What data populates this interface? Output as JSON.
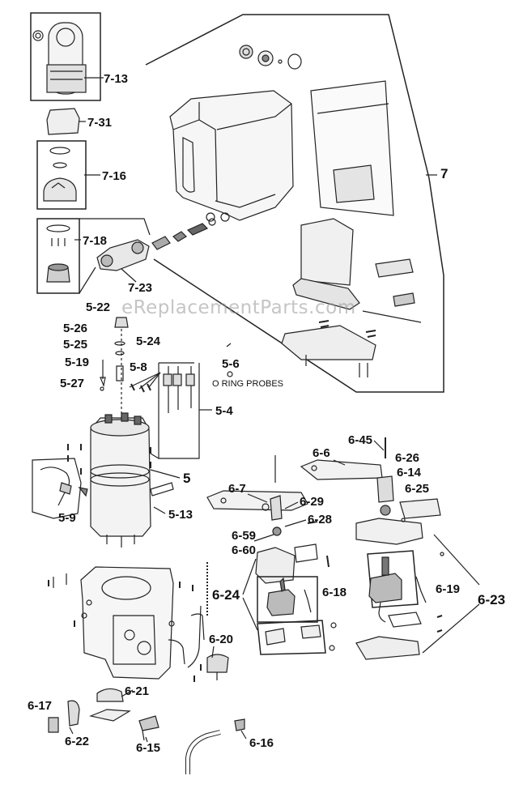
{
  "watermark": "eReplacementParts.com",
  "note": "O RING PROBES",
  "labels": {
    "l7_13": "7-13",
    "l7_31": "7-31",
    "l7_16": "7-16",
    "l7_18": "7-18",
    "l7_23": "7-23",
    "l7": "7",
    "l5_22": "5-22",
    "l5_26": "5-26",
    "l5_24": "5-24",
    "l5_25": "5-25",
    "l5_19": "5-19",
    "l5_8": "5-8",
    "l5_27": "5-27",
    "l5_6": "5-6",
    "l5_4": "5-4",
    "l5": "5",
    "l5_9": "5-9",
    "l5_13": "5-13",
    "l6_45": "6-45",
    "l6_6": "6-6",
    "l6_26": "6-26",
    "l6_14": "6-14",
    "l6_25": "6-25",
    "l6_7": "6-7",
    "l6_29": "6-29",
    "l6_28": "6-28",
    "l6_59": "6-59",
    "l6_60": "6-60",
    "l6_24": "6-24",
    "l6_18": "6-18",
    "l6_19": "6-19",
    "l6_23": "6-23",
    "l6_20": "6-20",
    "l6_21": "6-21",
    "l6_17": "6-17",
    "l6_22": "6-22",
    "l6_15": "6-15",
    "l6_16": "6-16"
  },
  "colors": {
    "line": "#222222",
    "part_fill": "#f2f2f2",
    "dark_fill": "#888888",
    "watermark": "#969696"
  }
}
